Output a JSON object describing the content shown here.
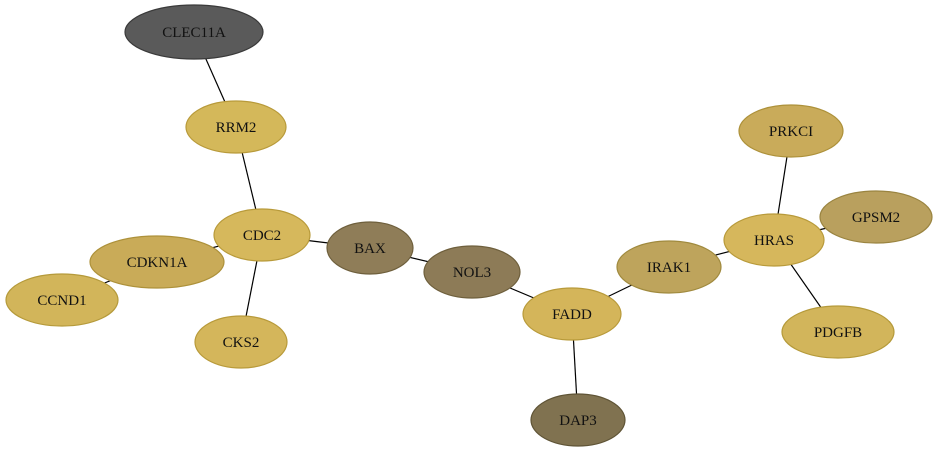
{
  "nodes": [
    {
      "id": "CLEC11A",
      "label": "CLEC11A",
      "fill": "#5a5a5a",
      "stroke": "#3a3a3a"
    },
    {
      "id": "RRM2",
      "label": "RRM2",
      "fill": "#d4b85a",
      "stroke": "#b89a3a"
    },
    {
      "id": "CDC2",
      "label": "CDC2",
      "fill": "#d6b85c",
      "stroke": "#b89a3a"
    },
    {
      "id": "CDKN1A",
      "label": "CDKN1A",
      "fill": "#c9ab58",
      "stroke": "#ad913a"
    },
    {
      "id": "CCND1",
      "label": "CCND1",
      "fill": "#d2b55a",
      "stroke": "#b59a3a"
    },
    {
      "id": "CKS2",
      "label": "CKS2",
      "fill": "#d4b65b",
      "stroke": "#b89a3a"
    },
    {
      "id": "BAX",
      "label": "BAX",
      "fill": "#8f7d58",
      "stroke": "#6e5f3c"
    },
    {
      "id": "NOL3",
      "label": "NOL3",
      "fill": "#8d7b57",
      "stroke": "#6e5f3c"
    },
    {
      "id": "FADD",
      "label": "FADD",
      "fill": "#d4b55a",
      "stroke": "#b89a3a"
    },
    {
      "id": "DAP3",
      "label": "DAP3",
      "fill": "#807250",
      "stroke": "#5f5436"
    },
    {
      "id": "IRAK1",
      "label": "IRAK1",
      "fill": "#bea45c",
      "stroke": "#a08a3e"
    },
    {
      "id": "HRAS",
      "label": "HRAS",
      "fill": "#d6b75c",
      "stroke": "#b89a3a"
    },
    {
      "id": "PRKCI",
      "label": "PRKCI",
      "fill": "#c9ab5a",
      "stroke": "#ad913a"
    },
    {
      "id": "GPSM2",
      "label": "GPSM2",
      "fill": "#b9a05e",
      "stroke": "#9a8440"
    },
    {
      "id": "PDGFB",
      "label": "PDGFB",
      "fill": "#d2b55b",
      "stroke": "#b59a3a"
    }
  ],
  "edges": [
    [
      "CLEC11A",
      "RRM2"
    ],
    [
      "RRM2",
      "CDC2"
    ],
    [
      "CDC2",
      "CDKN1A"
    ],
    [
      "CDKN1A",
      "CCND1"
    ],
    [
      "CDC2",
      "CKS2"
    ],
    [
      "CDC2",
      "BAX"
    ],
    [
      "BAX",
      "NOL3"
    ],
    [
      "NOL3",
      "FADD"
    ],
    [
      "FADD",
      "DAP3"
    ],
    [
      "FADD",
      "IRAK1"
    ],
    [
      "IRAK1",
      "HRAS"
    ],
    [
      "HRAS",
      "PRKCI"
    ],
    [
      "HRAS",
      "GPSM2"
    ],
    [
      "HRAS",
      "PDGFB"
    ]
  ]
}
